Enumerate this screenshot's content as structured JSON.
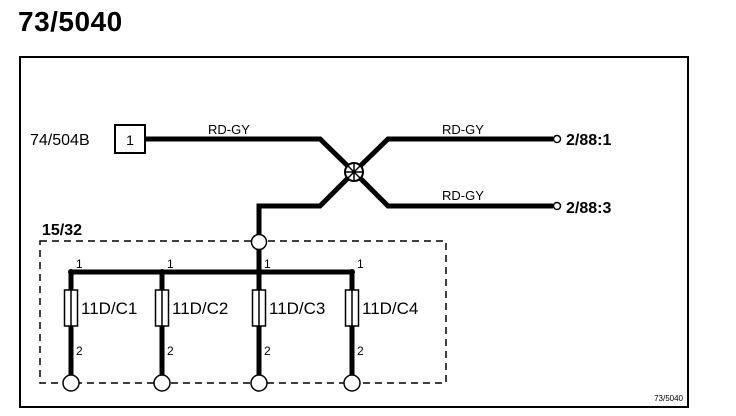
{
  "page_title": "73/5040",
  "connector": {
    "ref": "74/504B",
    "pin": "1"
  },
  "wires": {
    "main": "RD-GY",
    "out_top": "RD-GY",
    "out_bottom": "RD-GY"
  },
  "destinations": {
    "top": "2/88:1",
    "bottom": "2/88:3"
  },
  "module": {
    "ref": "15/32",
    "components": [
      {
        "name": "11D/C1",
        "pin_top": "1",
        "pin_bottom": "2"
      },
      {
        "name": "11D/C2",
        "pin_top": "1",
        "pin_bottom": "2"
      },
      {
        "name": "11D/C3",
        "pin_top": "1",
        "pin_bottom": "2"
      },
      {
        "name": "11D/C4",
        "pin_top": "1",
        "pin_bottom": "2"
      }
    ]
  },
  "corner_ref": "73/5040"
}
